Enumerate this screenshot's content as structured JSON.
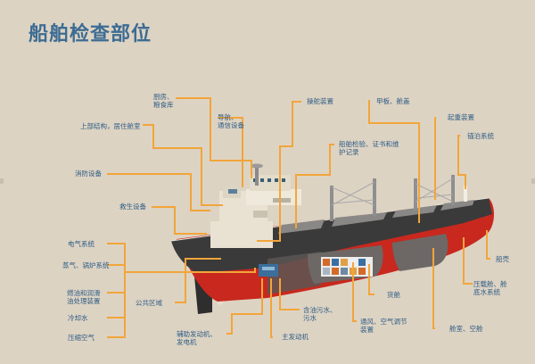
{
  "title": "船舶检查部位",
  "colors": {
    "background": "#ddd3c3",
    "title": "#3d6c93",
    "label": "#2f5d85",
    "leader_line": "#f2a53a",
    "hull_red": "#c8281e",
    "hull_black": "#3a3a3a",
    "superstructure": "#ece6d8"
  },
  "labels": {
    "galley": "厨房、\n粮食库",
    "superstructure": "上部结构，居住舱室",
    "navigation": "导航、\n通信设备",
    "steering": "操舵装置",
    "deck": "甲板、舱盖",
    "lifting": "起重装置",
    "mooring": "锚泊系统",
    "inspection_certs": "船舶检验、证书和维\n护记录",
    "firefighting": "消防设备",
    "lifesaving": "救生设备",
    "electrical": "电气系统",
    "steam_boiler": "蒸气、锅炉系统",
    "fuel_oil": "燃油和润滑\n油处理装置",
    "cooling_water": "冷却水",
    "compressed_air": "压缩空气",
    "public_area": "公共区域",
    "aux_engine": "辅助发动机、\n发电机",
    "oily_sewage": "含油污水、\n污水",
    "main_engine": "主发动机",
    "ventilation": "通风、空气调节\n装置",
    "cargo_hold": "货舱",
    "tanks": "舱室、空舱",
    "ballast": "压载舱、舱\n底水系统",
    "hull": "船壳"
  }
}
